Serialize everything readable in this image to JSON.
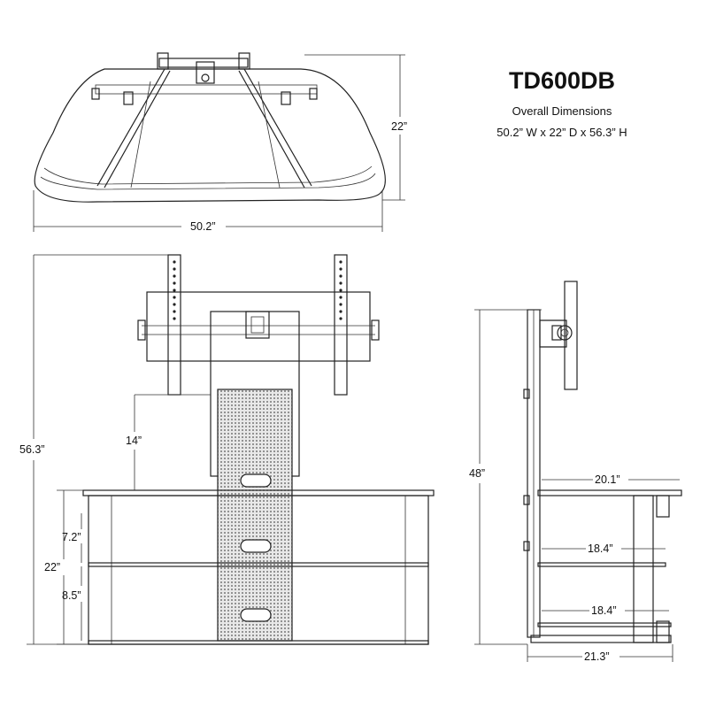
{
  "header": {
    "model": "TD600DB",
    "subtitle": "Overall Dimensions",
    "dimensions_line": "50.2” W x 22” D x 56.3” H"
  },
  "top_view": {
    "width_label": "50.2”",
    "depth_label": "22”"
  },
  "front_view": {
    "height_label": "56.3”",
    "shelf_to_mount_label": "14”",
    "cabinet_height_label": "22”",
    "upper_gap_label": "7.2”",
    "lower_gap_label": "8.5”"
  },
  "side_view": {
    "height_label": "48”",
    "top_shelf_label": "20.1”",
    "middle_shelf_label": "18.4”",
    "bottom_shelf_label": "18.4”",
    "base_depth_label": "21.3”"
  }
}
